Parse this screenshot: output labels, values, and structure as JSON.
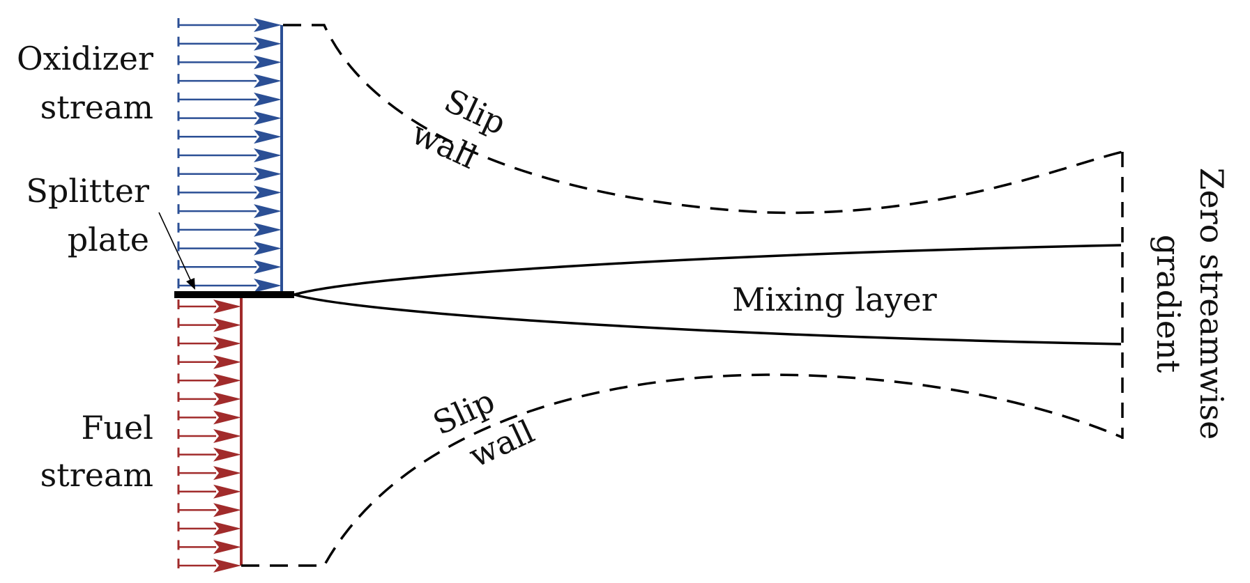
{
  "labels": {
    "oxidizer_line1": "Oxidizer",
    "oxidizer_line2": "stream",
    "splitter_line1": "Splitter",
    "splitter_line2": "plate",
    "fuel_line1": "Fuel",
    "fuel_line2": "stream",
    "slip_top_line1": "Slip",
    "slip_top_line2": "wall",
    "slip_bottom_line1": "Slip",
    "slip_bottom_line2": "wall",
    "mixing": "Mixing layer",
    "outlet_line1": "Zero streamwise",
    "outlet_line2": "gradient"
  },
  "colors": {
    "oxidizer": "#2b4f95",
    "fuel": "#a12b2b",
    "line": "#000000"
  }
}
